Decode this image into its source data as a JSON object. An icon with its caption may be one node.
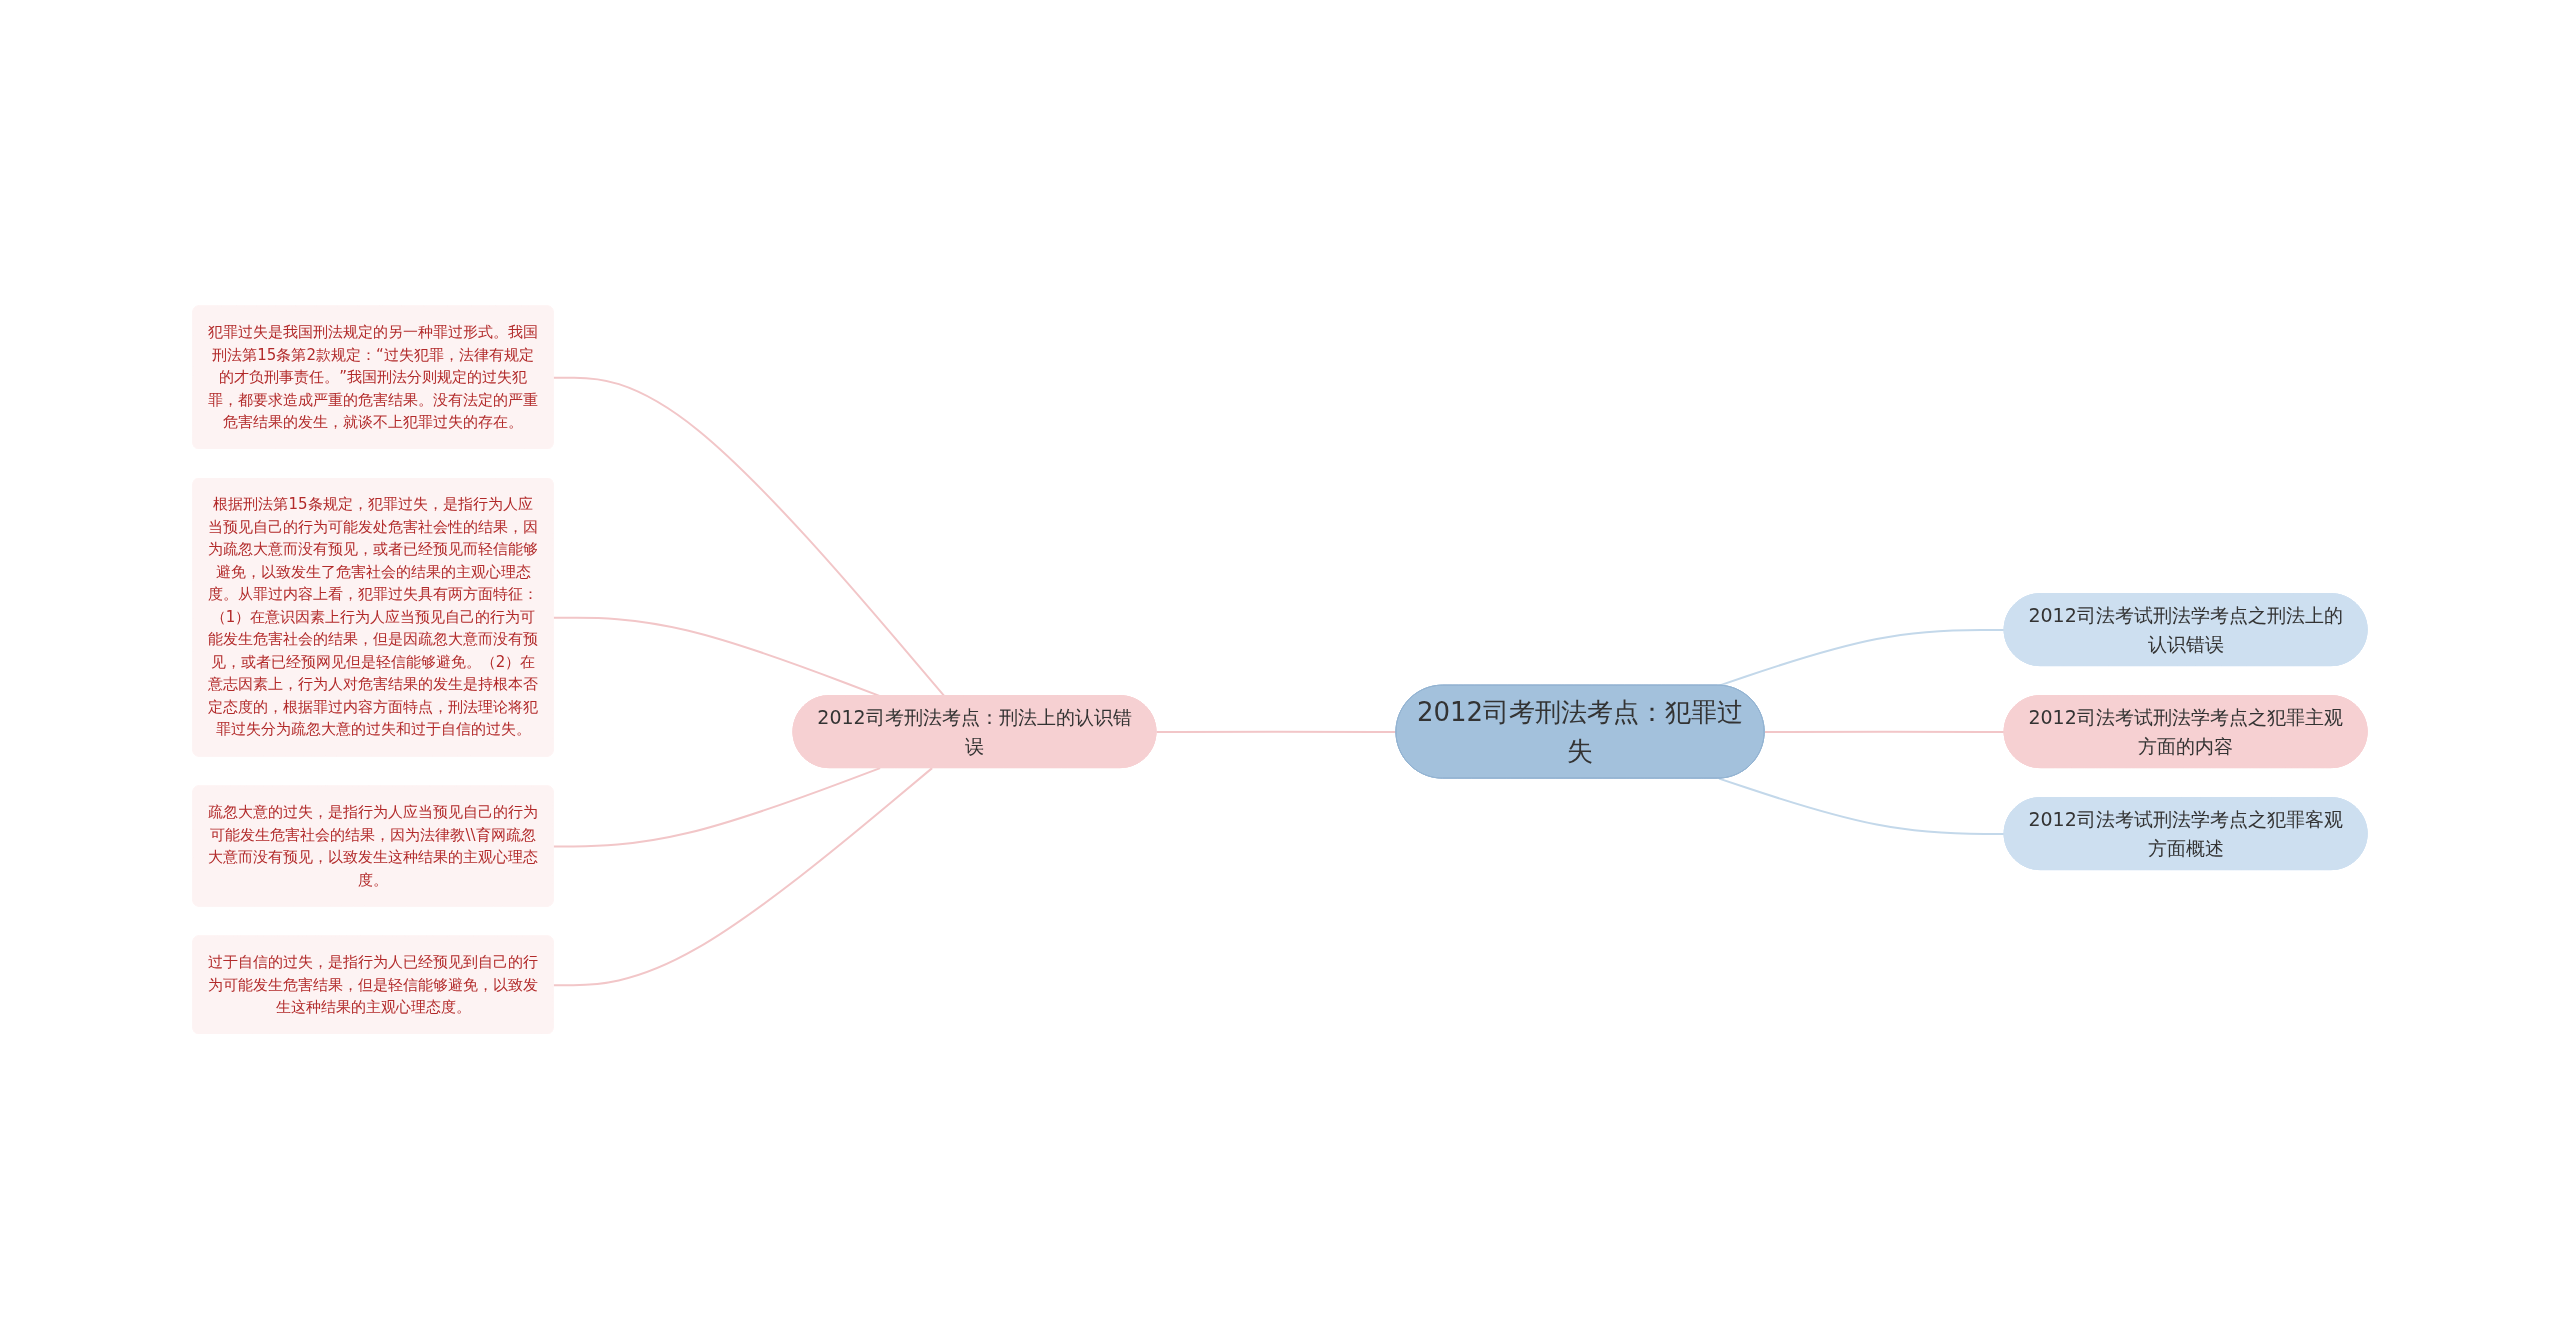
{
  "diagram": {
    "nodes": [
      {
        "text": [
          "2012司考刑法考点：犯罪过失"
        ]
      },
      {
        "text": [
          "2012司法考试刑法学考点之刑法上的认识错误"
        ]
      },
      {
        "text": [
          "2012司法考试刑法学考点之犯罪主观方面的内容"
        ]
      },
      {
        "text": [
          "2012司法考试刑法学考点之犯罪客观方面概述"
        ]
      },
      {
        "text": [
          "2012司考刑法考点：刑法上的认识错误"
        ]
      },
      {
        "text": [
          "犯罪过失是我国刑法规定的另一种罪过形式。我国刑法第15条第2款规定：“过失犯罪，法律有规定的才负刑事责任。”我国刑法分则规定的过失犯罪，都要求造成严重的危害结果。没有法定的严重危害结果的发生，就谈不上犯罪过失的存在。"
        ]
      },
      {
        "text": [
          "根据刑法第15条规定，犯罪过失，是指行为人应当预见自己的行为可能发处危害社会性的结果，因为疏忽大意而没有预见，或者已经预见而轻信能够避免，以致发生了危害社会的结果的主观心理态度。从罪过内容上看，犯罪过失具有两方面特征：（1）在意识因素上行为人应当预见自己的行为可能发生危害社会的结果，但是因疏忽大意而没有预见，或者已经预网见但是轻信能够避免。（2）在意志因素上，行为人对危害结果的发生是持根本否定态度的，根据罪过内容方面特点，刑法理论将犯罪过失分为疏忽大意的过失和过于自信的过失。"
        ]
      },
      {
        "text": [
          "疏忽大意的过失，是指行为人应当预见自己的行为可能发生危害社会的结果，因为法律教\\\\育网疏忽大意而没有预见，以致发生这种结果的主观心理态度。"
        ]
      },
      {
        "text": [
          "过于自信的过失，是指行为人已经预见到自己的行为可能发生危害结果，但是轻信能够避免，以致发生这种结果的主观心理态度。"
        ]
      }
    ],
    "edges": [
      {
        "from": 0,
        "to": 1,
        "arrow": "none",
        "color": "#c3d8ea"
      },
      {
        "from": 0,
        "to": 2,
        "arrow": "none"
      },
      {
        "from": 0,
        "to": 3,
        "arrow": "none",
        "color": "#c3d8ea"
      },
      {
        "from": 0,
        "to": 4,
        "arrow": "none"
      },
      {
        "from": 4,
        "to": 5,
        "arrow": "none"
      },
      {
        "from": 4,
        "to": 6,
        "arrow": "none"
      },
      {
        "from": 4,
        "to": 7,
        "arrow": "none"
      },
      {
        "from": 4,
        "to": 8,
        "arrow": "none"
      }
    ]
  }
}
